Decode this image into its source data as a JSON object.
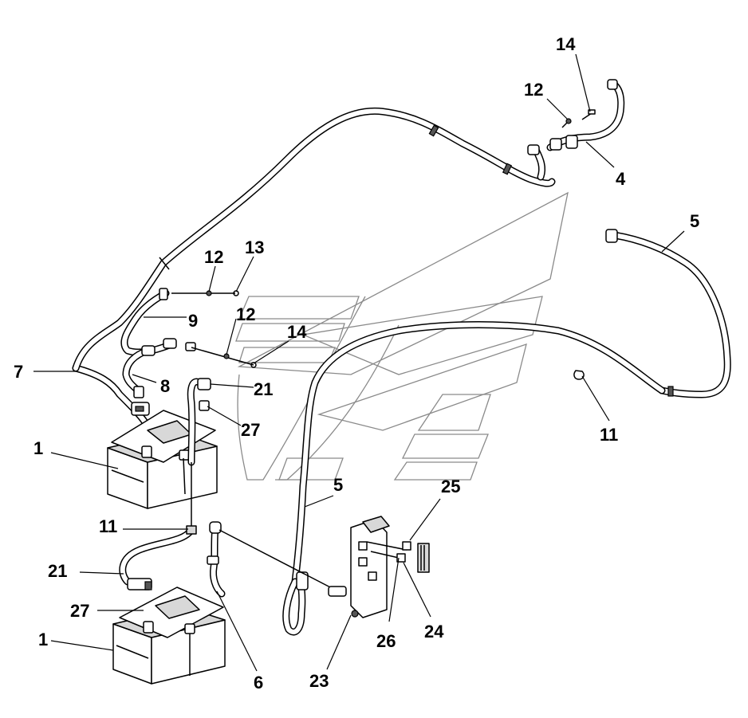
{
  "callouts": {
    "c14a": "14",
    "c12a": "12",
    "c4": "4",
    "c5a": "5",
    "c12b": "12",
    "c13": "13",
    "c9": "9",
    "c12c": "12",
    "c14b": "14",
    "c7": "7",
    "c8": "8",
    "c21a": "21",
    "c27a": "27",
    "c11a": "11",
    "c1a": "1",
    "c5b": "5",
    "c25": "25",
    "c11b": "11",
    "c21b": "21",
    "c27b": "27",
    "c1b": "1",
    "c6": "6",
    "c23": "23",
    "c26": "26",
    "c24": "24"
  }
}
